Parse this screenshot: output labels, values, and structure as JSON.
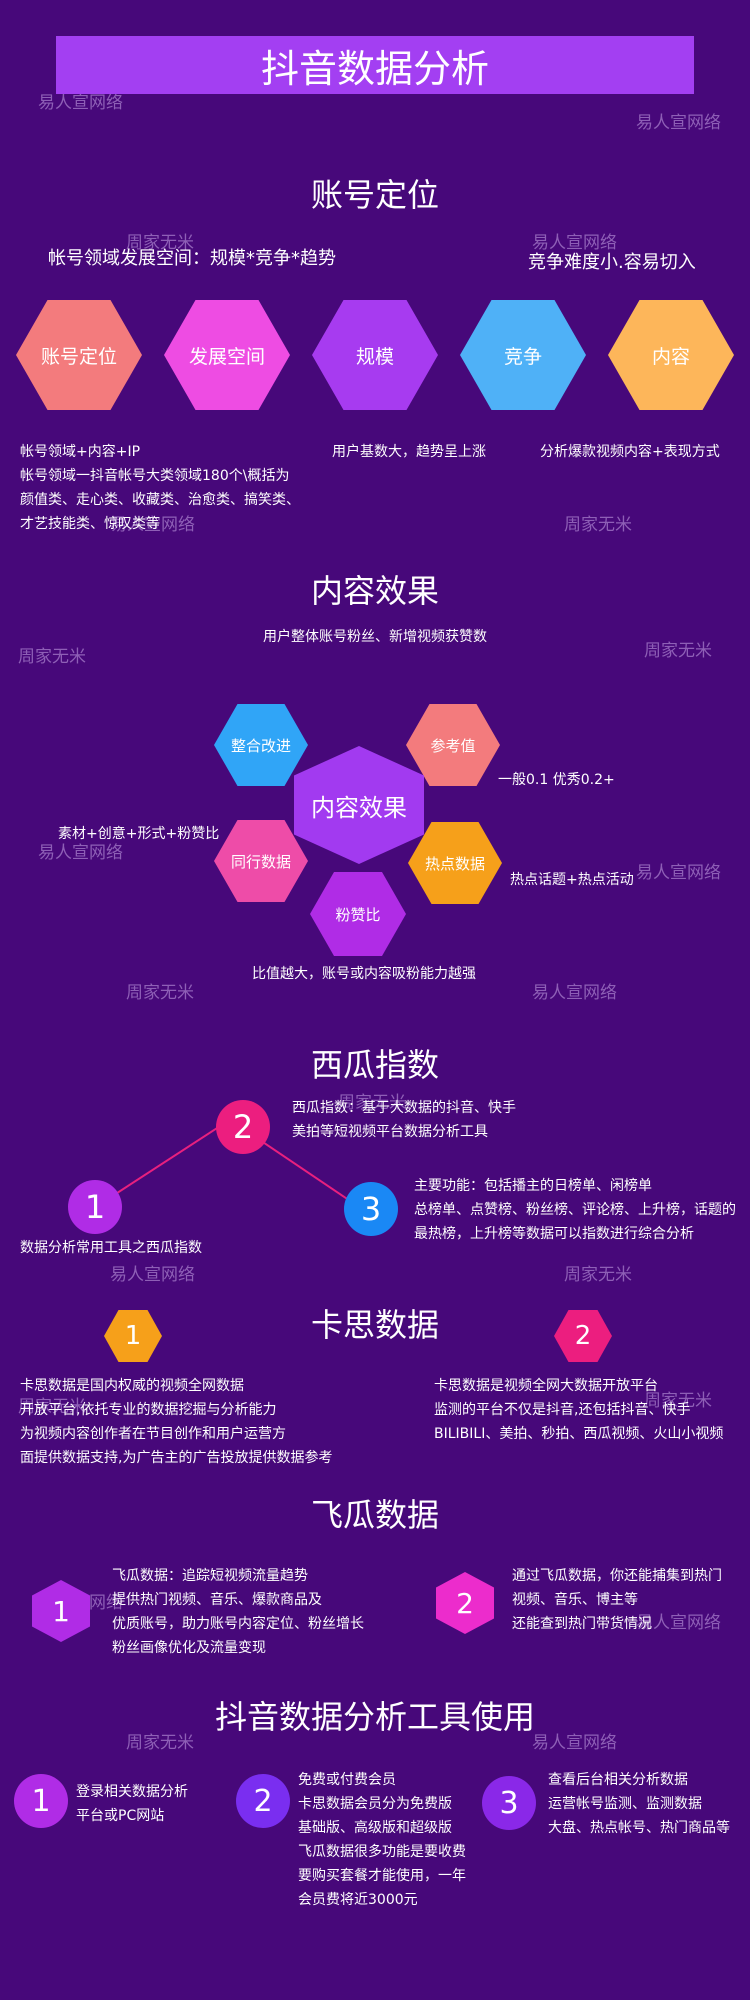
{
  "page_title": "抖音数据分析",
  "watermarks": {
    "a": "易人宣网络",
    "b": "周家无米"
  },
  "account": {
    "title": "账号定位",
    "left_note": "帐号领域发展空间：规模*竞争*趋势",
    "right_note": "竞争难度小.容易切入",
    "hexes": [
      {
        "label": "账号定位",
        "color": "#f37b7d"
      },
      {
        "label": "发展空间",
        "color": "#ee4ce3"
      },
      {
        "label": "规模",
        "color": "#a73bf0"
      },
      {
        "label": "竞争",
        "color": "#4fb1f7"
      },
      {
        "label": "内容",
        "color": "#fdb65a"
      }
    ],
    "desc1_line1": "帐号领域+内容+IP",
    "desc1_line2": "帐号领域一抖音帐号大类领域180个\\概括为",
    "desc1_line3": "颜值类、走心类、收藏类、治愈类、搞笑类、",
    "desc1_line4": "才艺技能类、惊叹类等",
    "desc2": "用户基数大，趋势呈上涨",
    "desc3": "分析爆款视频内容+表现方式"
  },
  "content": {
    "title": "内容效果",
    "subtitle": "用户整体账号粉丝、新增视频获赞数",
    "center": "内容效果",
    "hexes": {
      "integrate": "整合改进",
      "reference": "参考值",
      "peer": "同行数据",
      "hot": "热点数据",
      "fans": "粉赞比"
    },
    "colors": {
      "integrate": "#30a5f7",
      "reference": "#f37b7d",
      "peer": "#ee4ca8",
      "hot": "#f6a01a",
      "fans": "#b02ce6",
      "center": "#a23af0"
    },
    "note_reference": "一般0.1 优秀0.2+",
    "note_peer": "素材+创意+形式+粉赞比",
    "note_hot": "热点话题+热点活动",
    "note_fans": "比值越大，账号或内容吸粉能力越强"
  },
  "xigua": {
    "title": "西瓜指数",
    "n1": "1",
    "n2": "2",
    "n3": "3",
    "c1": "#b02ce6",
    "c2": "#ec1e7f",
    "c3": "#1a88f5",
    "note2_line1": "西瓜指数：基于大数据的抖音、快手",
    "note2_line2": "美拍等短视频平台数据分析工具",
    "note3_line1": "主要功能：包括播主的日榜单、闲榜单",
    "note3_line2": "总榜单、点赞榜、粉丝榜、评论榜、上升榜，话题的",
    "note3_line3": "最热榜，上升榜等数据可以指数进行综合分析",
    "note1": "数据分析常用工具之西瓜指数"
  },
  "kasi": {
    "title": "卡思数据",
    "n1": "1",
    "n2": "2",
    "c1": "#f6a01a",
    "c2": "#ec1e7f",
    "left_line1": "卡思数据是国内权威的视频全网数据",
    "left_line2": "开放平台,依托专业的数据挖掘与分析能力",
    "left_line3": "为视频内容创作者在节目创作和用户运营方",
    "left_line4": "面提供数据支持,为广告主的广告投放提供数据参考",
    "right_line1": "卡思数据是视频全网大数据开放平台",
    "right_line2": "监测的平台不仅是抖音,还包括抖音、快手",
    "right_line3": "BILIBILI、美拍、秒拍、西瓜视频、火山小视频"
  },
  "feigua": {
    "title": "飞瓜数据",
    "n1": "1",
    "n2": "2",
    "c1": "#b02ce6",
    "c2": "#ec2ccc",
    "left_line1": "飞瓜数据：追踪短视频流量趋势",
    "left_line2": "提供热门视频、音乐、爆款商品及",
    "left_line3": "优质账号，助力账号内容定位、粉丝增长",
    "left_line4": "粉丝画像优化及流量变现",
    "right_line1": "通过飞瓜数据，你还能捕集到热门",
    "right_line2": "视频、音乐、博主等",
    "right_line3": "还能查到热门带货情况"
  },
  "tools": {
    "title": "抖音数据分析工具使用",
    "n1": "1",
    "n2": "2",
    "n3": "3",
    "c1": "#b02ce6",
    "c2": "#7a2ef0",
    "c3": "#8a28e8",
    "s1_line1": "登录相关数据分析",
    "s1_line2": "平台或PC网站",
    "s2_line1": "免费或付费会员",
    "s2_line2": "卡思数据会员分为免费版",
    "s2_line3": "基础版、高级版和超级版",
    "s2_line4": "飞瓜数据很多功能是要收费",
    "s2_line5": "要购买套餐才能使用，一年",
    "s2_line6": "会员费将近3000元",
    "s3_line1": "查看后台相关分析数据",
    "s3_line2": "运营帐号监测、监测数据",
    "s3_line3": "大盘、热点帐号、热门商品等"
  }
}
